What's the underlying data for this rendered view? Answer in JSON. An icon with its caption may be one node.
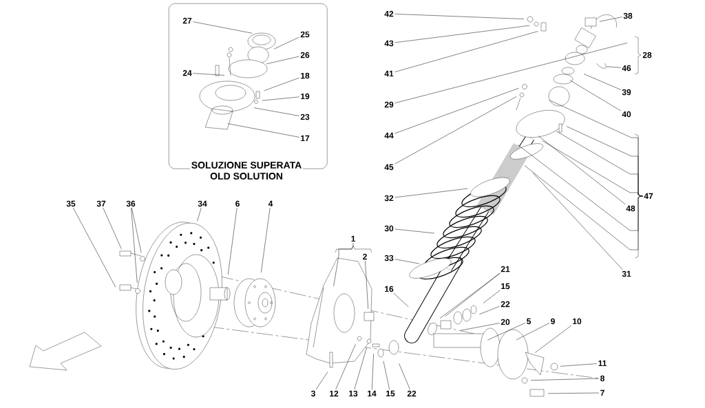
{
  "diagram": {
    "nodes": [
      {
        "text": [
          "SOLUZIONE SUPERATA",
          "OLD SOLUTION"
        ]
      },
      {
        "text": [
          "27"
        ],
        "in": 0
      },
      {
        "text": [
          "25"
        ],
        "in": 0
      },
      {
        "text": [
          "26"
        ],
        "in": 0
      },
      {
        "text": [
          "24"
        ],
        "in": 0
      },
      {
        "text": [
          "18"
        ],
        "in": 0
      },
      {
        "text": [
          "19"
        ],
        "in": 0
      },
      {
        "text": [
          "23"
        ],
        "in": 0
      },
      {
        "text": [
          "17"
        ],
        "in": 0
      },
      {
        "text": [
          "42"
        ]
      },
      {
        "text": [
          "43"
        ]
      },
      {
        "text": [
          "41"
        ]
      },
      {
        "text": [
          "38"
        ]
      },
      {
        "text": [
          "29"
        ]
      },
      {
        "text": [
          "46"
        ]
      },
      {
        "text": [
          "39"
        ]
      },
      {
        "text": [
          "40"
        ]
      },
      {
        "text": [
          "44"
        ]
      },
      {
        "text": [
          "45"
        ]
      },
      {
        "text": [
          "48"
        ]
      },
      {
        "text": [
          "31"
        ]
      },
      {
        "text": [
          "32"
        ]
      },
      {
        "text": [
          "30"
        ]
      },
      {
        "text": [
          "33"
        ]
      },
      {
        "text": [
          "16"
        ]
      },
      {
        "text": [
          "21"
        ]
      },
      {
        "text": [
          "15"
        ]
      },
      {
        "text": [
          "22"
        ]
      },
      {
        "text": [
          "20"
        ]
      },
      {
        "text": [
          "5"
        ]
      },
      {
        "text": [
          "9"
        ]
      },
      {
        "text": [
          "10"
        ]
      },
      {
        "text": [
          "11"
        ]
      },
      {
        "text": [
          "8"
        ]
      },
      {
        "text": [
          "7"
        ]
      },
      {
        "text": [
          "3"
        ]
      },
      {
        "text": [
          "12"
        ]
      },
      {
        "text": [
          "13"
        ]
      },
      {
        "text": [
          "14"
        ]
      },
      {
        "text": [
          "15"
        ]
      },
      {
        "text": [
          "22"
        ]
      },
      {
        "text": [
          "1"
        ]
      },
      {
        "text": [
          "2"
        ]
      },
      {
        "text": [
          "35"
        ]
      },
      {
        "text": [
          "37"
        ]
      },
      {
        "text": [
          "36"
        ]
      },
      {
        "text": [
          "34"
        ]
      },
      {
        "text": [
          "6"
        ]
      },
      {
        "text": [
          "4"
        ]
      },
      {
        "text": [
          "47"
        ]
      }
    ],
    "edges": [
      {
        "from": 1,
        "to": null,
        "arrow": "none"
      },
      {
        "from": 2,
        "to": null,
        "arrow": "none"
      },
      {
        "from": 3,
        "to": null,
        "arrow": "none"
      },
      {
        "from": 4,
        "to": null,
        "arrow": "none"
      },
      {
        "from": 5,
        "to": null,
        "arrow": "none"
      },
      {
        "from": 6,
        "to": null,
        "arrow": "none"
      },
      {
        "from": 7,
        "to": null,
        "arrow": "none"
      },
      {
        "from": 8,
        "to": null,
        "arrow": "none"
      },
      {
        "from": 9,
        "to": null,
        "arrow": "none"
      },
      {
        "from": 10,
        "to": null,
        "arrow": "none"
      },
      {
        "from": 11,
        "to": null,
        "arrow": "none"
      },
      {
        "from": 12,
        "to": null,
        "arrow": "none"
      },
      {
        "from": 13,
        "to": null,
        "arrow": "none"
      },
      {
        "from": 14,
        "to": null,
        "arrow": "none"
      },
      {
        "from": 15,
        "to": null,
        "arrow": "none"
      },
      {
        "from": 16,
        "to": null,
        "arrow": "none"
      },
      {
        "from": 17,
        "to": null,
        "arrow": "none"
      },
      {
        "from": 18,
        "to": null,
        "arrow": "none"
      },
      {
        "from": 19,
        "to": null,
        "arrow": "none"
      },
      {
        "from": 20,
        "to": null,
        "arrow": "none"
      },
      {
        "from": 21,
        "to": null,
        "arrow": "none"
      },
      {
        "from": 22,
        "to": null,
        "arrow": "none"
      },
      {
        "from": 23,
        "to": null,
        "arrow": "none"
      },
      {
        "from": 24,
        "to": null,
        "arrow": "none"
      },
      {
        "from": 25,
        "to": null,
        "arrow": "none"
      },
      {
        "from": 25,
        "to": null,
        "arrow": "none"
      },
      {
        "from": 26,
        "to": null,
        "arrow": "none"
      },
      {
        "from": 27,
        "to": null,
        "arrow": "none"
      },
      {
        "from": 28,
        "to": null,
        "arrow": "none"
      },
      {
        "from": 29,
        "to": null,
        "arrow": "none"
      },
      {
        "from": 30,
        "to": null,
        "arrow": "none"
      },
      {
        "from": 31,
        "to": null,
        "arrow": "none"
      },
      {
        "from": 32,
        "to": null,
        "arrow": "none"
      },
      {
        "from": 33,
        "to": null,
        "arrow": "none"
      },
      {
        "from": 34,
        "to": null,
        "arrow": "none"
      },
      {
        "from": 35,
        "to": null,
        "arrow": "none"
      },
      {
        "from": 36,
        "to": null,
        "arrow": "none"
      },
      {
        "from": 37,
        "to": null,
        "arrow": "none"
      },
      {
        "from": 38,
        "to": null,
        "arrow": "none"
      },
      {
        "from": 39,
        "to": null,
        "arrow": "none"
      },
      {
        "from": 40,
        "to": null,
        "arrow": "none"
      },
      {
        "from": 41,
        "to": null,
        "arrow": "none"
      },
      {
        "from": 42,
        "to": null,
        "arrow": "none"
      },
      {
        "from": 43,
        "to": null,
        "arrow": "none"
      },
      {
        "from": 44,
        "to": null,
        "arrow": "none"
      },
      {
        "from": 45,
        "to": null,
        "arrow": "none"
      },
      {
        "from": 45,
        "to": null,
        "arrow": "none"
      },
      {
        "from": 46,
        "to": null,
        "arrow": "none"
      },
      {
        "from": 47,
        "to": null,
        "arrow": "none"
      },
      {
        "from": 48,
        "to": null,
        "arrow": "none"
      },
      {
        "from": 49,
        "to": null,
        "arrow": "none"
      },
      {
        "from": 49,
        "to": null,
        "arrow": "none"
      },
      {
        "from": 49,
        "to": null,
        "arrow": "none"
      },
      {
        "from": 49,
        "to": null,
        "arrow": "none"
      },
      {
        "from": 49,
        "to": null,
        "arrow": "none"
      },
      {
        "from": 49,
        "to": null,
        "arrow": "none"
      }
    ],
    "labels": [
      "28"
    ]
  }
}
